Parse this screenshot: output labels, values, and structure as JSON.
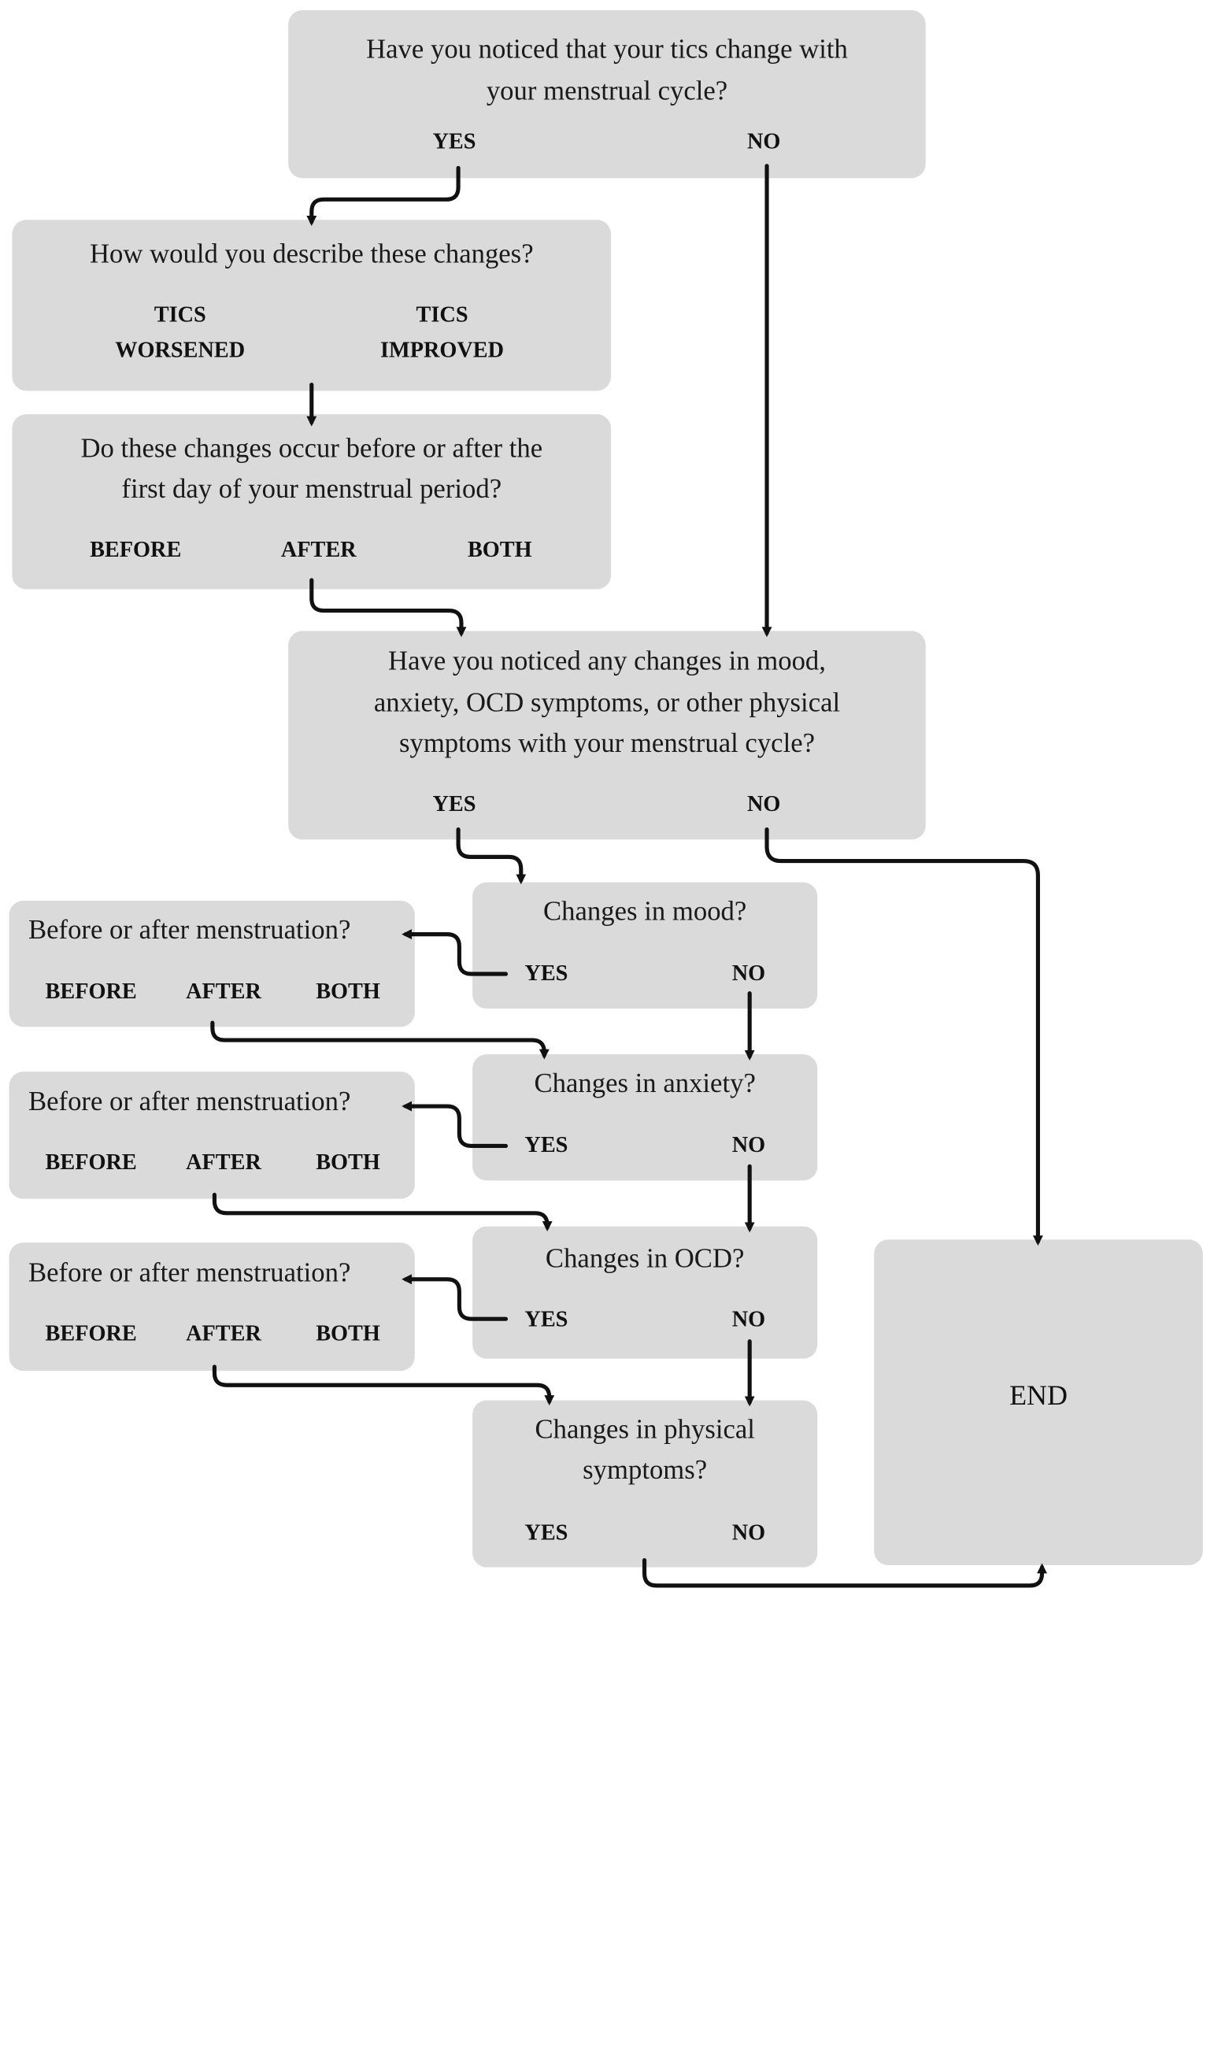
{
  "q1": {
    "text_l1": "Have you noticed that your tics change with",
    "text_l2": "your menstrual cycle?",
    "yes": "YES",
    "no": "NO"
  },
  "q2": {
    "text": "How would you describe these changes?",
    "opt1_l1": "TICS",
    "opt1_l2": "WORSENED",
    "opt2_l1": "TICS",
    "opt2_l2": "IMPROVED"
  },
  "q3": {
    "text_l1": "Do these changes occur before or after the",
    "text_l2": "first day of your menstrual period?",
    "before": "BEFORE",
    "after": "AFTER",
    "both": "BOTH"
  },
  "q4": {
    "text_l1": "Have you noticed any changes in mood,",
    "text_l2": "anxiety, OCD symptoms, or other physical",
    "text_l3": "symptoms with your menstrual cycle?",
    "yes": "YES",
    "no": "NO"
  },
  "mood": {
    "text": "Changes in mood?",
    "yes": "YES",
    "no": "NO"
  },
  "anxiety": {
    "text": "Changes in anxiety?",
    "yes": "YES",
    "no": "NO"
  },
  "ocd": {
    "text": "Changes in OCD?",
    "yes": "YES",
    "no": "NO"
  },
  "physical": {
    "text_l1": "Changes in physical",
    "text_l2": "symptoms?",
    "yes": "YES",
    "no": "NO"
  },
  "timing1": {
    "text": "Before or after menstruation?",
    "before": "BEFORE",
    "after": "AFTER",
    "both": "BOTH"
  },
  "timing2": {
    "text": "Before or after menstruation?",
    "before": "BEFORE",
    "after": "AFTER",
    "both": "BOTH"
  },
  "timing3": {
    "text": "Before or after menstruation?",
    "before": "BEFORE",
    "after": "AFTER",
    "both": "BOTH"
  },
  "end": {
    "label": "END"
  },
  "colors": {
    "box_fill": "#dadada",
    "connector": "#111111"
  }
}
